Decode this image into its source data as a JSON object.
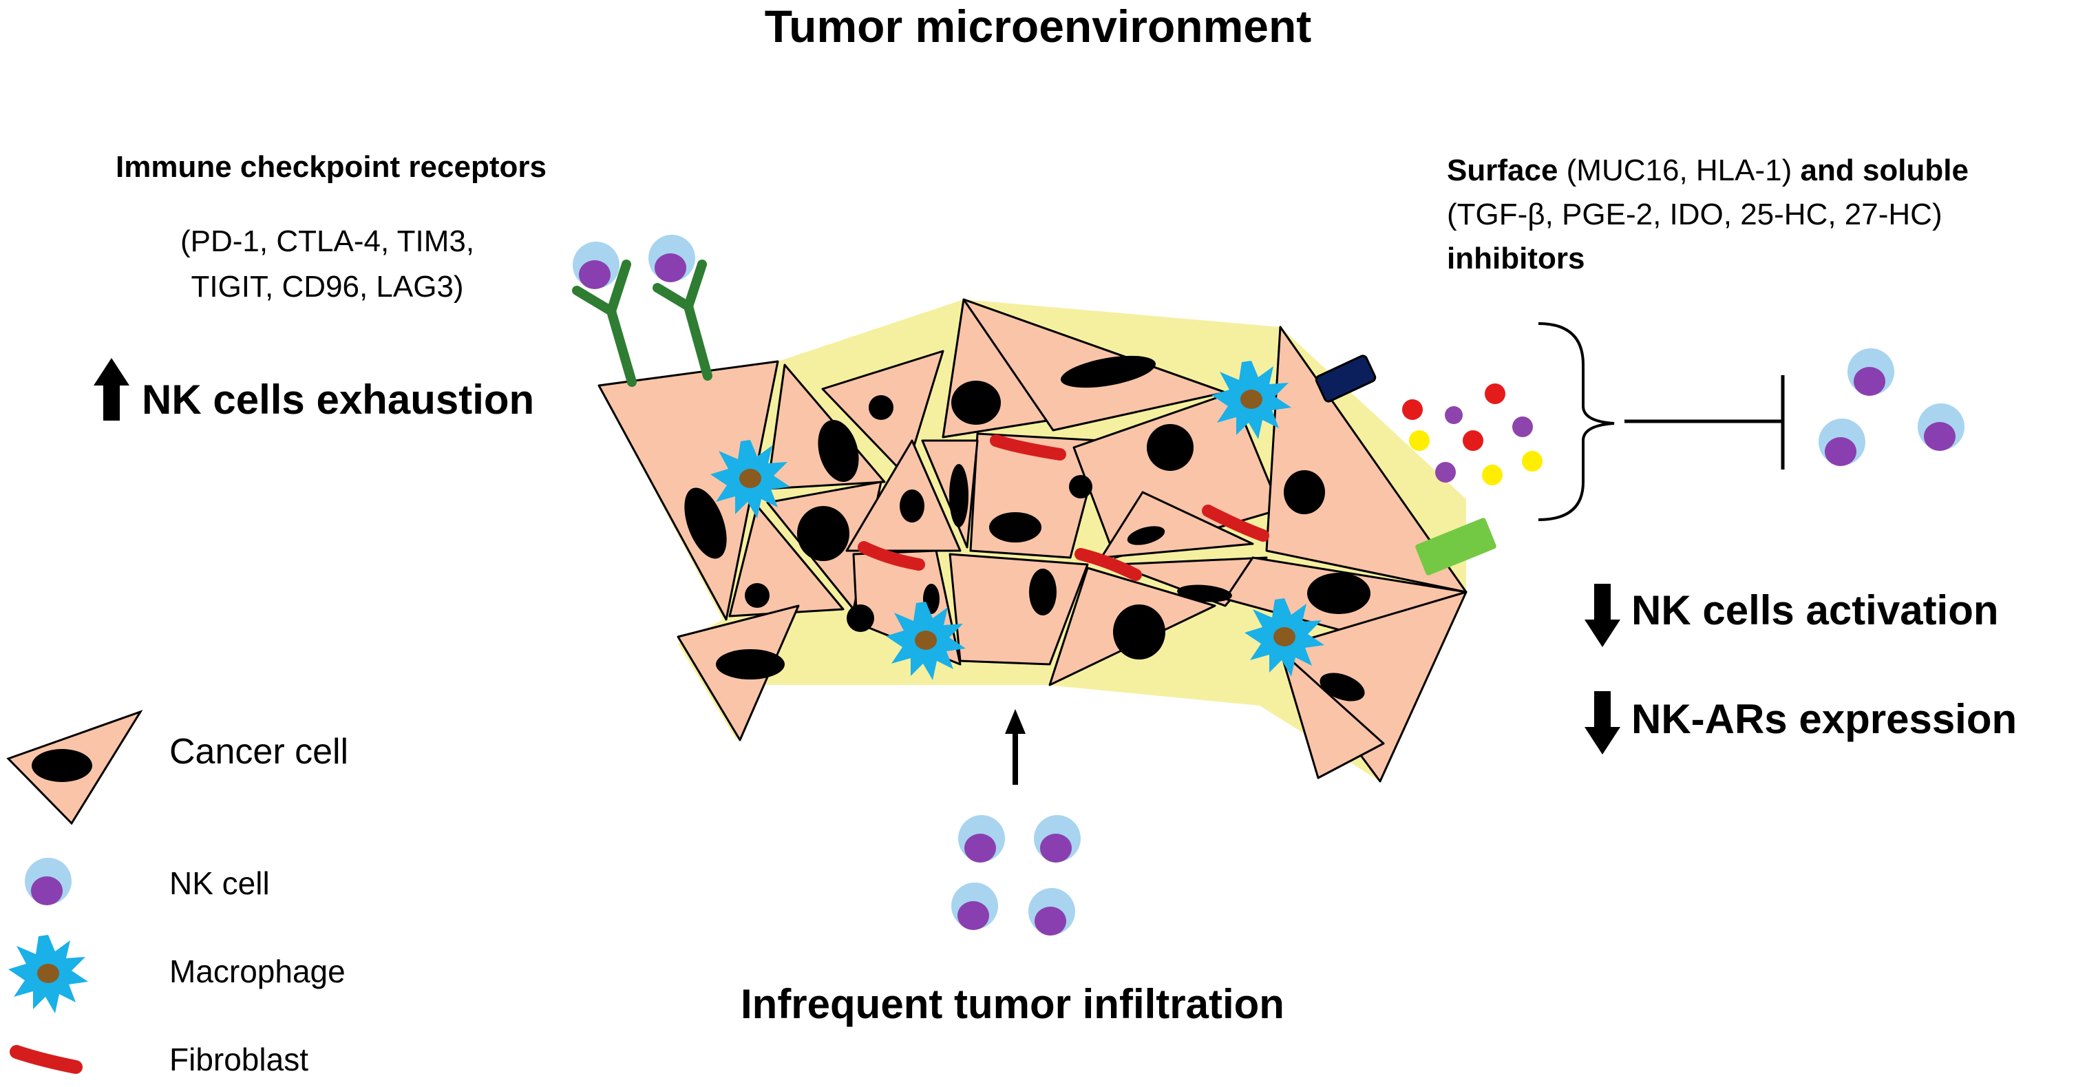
{
  "title": "Tumor microenvironment",
  "checkpoint": {
    "heading": "Immune checkpoint receptors",
    "line1": "(PD-1, CTLA-4, TIM3,",
    "line2": "TIGIT, CD96, LAG3)"
  },
  "exhaustion": "NK cells exhaustion",
  "inhibitors": {
    "surface_word": "Surface",
    "surface_items": " (MUC16, HLA-1) ",
    "and_soluble": "and soluble",
    "soluble_items": "(TGF-β, PGE-2, IDO, 25-HC, 27-HC)",
    "inhibitors_word": "inhibitors"
  },
  "activation": "NK cells activation",
  "ar_expression": "NK-ARs expression",
  "infiltration": "Infrequent tumor infiltration",
  "legend": {
    "cancer_cell": "Cancer cell",
    "nk_cell": "NK cell",
    "macrophage": "Macrophage",
    "fibroblast": "Fibroblast"
  },
  "colors": {
    "cancer_fill": "#f9c4a8",
    "nucleus": "#000000",
    "nk_outer": "#a8d4ef",
    "nk_inner": "#8a3fb0",
    "macrophage": "#1ab0e8",
    "macrophage_core": "#8b5a1e",
    "fibroblast": "#d61d1d",
    "receptor": "#2e7d32",
    "membrane": "#f5f0a0",
    "surface_dark": "#0b1f5c",
    "surface_green": "#74c944",
    "soluble_red": "#e51b1b",
    "soluble_purple": "#8e44ad",
    "soluble_yellow": "#ffee00"
  },
  "icons": [
    "arrow-up-icon",
    "arrow-down-icon",
    "inhibition-icon",
    "bracket-icon"
  ]
}
